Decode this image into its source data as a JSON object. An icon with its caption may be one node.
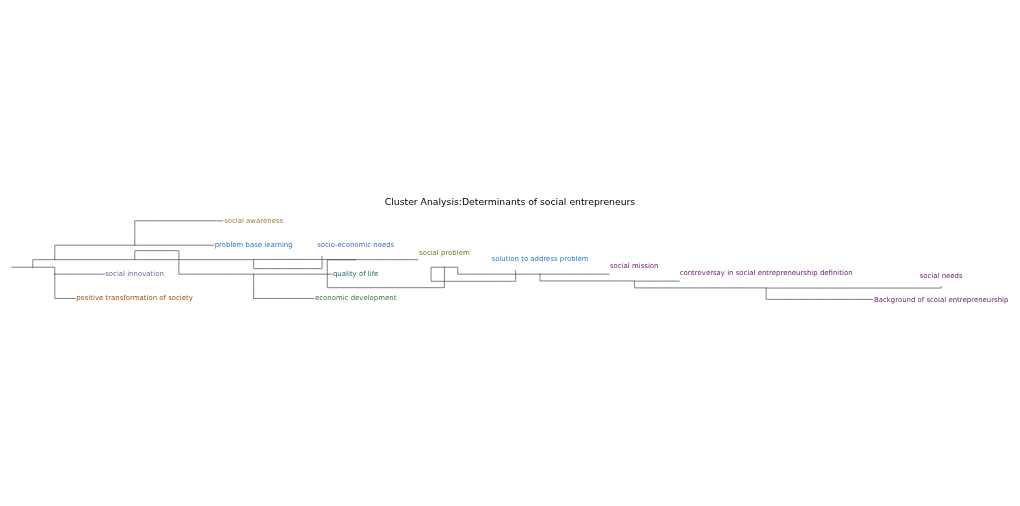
{
  "diagram": {
    "title": "Cluster Analysis:Determinants of social entrepreneurs",
    "nodes": [
      {
        "text": [],
        "shape": "point"
      },
      {
        "text": [],
        "shape": "point"
      },
      {
        "text": [],
        "shape": "point"
      },
      {
        "text": [
          "social awareness"
        ]
      },
      {
        "text": [
          "problem base learning"
        ]
      },
      {
        "text": [],
        "shape": "point"
      },
      {
        "text": [],
        "shape": "point"
      },
      {
        "text": [
          "socio-economic needs"
        ]
      },
      {
        "text": [],
        "shape": "point"
      },
      {
        "text": [
          "social problem"
        ]
      },
      {
        "text": [],
        "shape": "point"
      },
      {
        "text": [
          "solution to address problem"
        ]
      },
      {
        "text": [],
        "shape": "point"
      },
      {
        "text": [
          "social mission"
        ]
      },
      {
        "text": [],
        "shape": "point"
      },
      {
        "text": [
          "controversay in social entrepreneurship definition"
        ]
      },
      {
        "text": [],
        "shape": "point"
      },
      {
        "text": [
          "social needs"
        ]
      },
      {
        "text": [
          "Background of scoial entrepreneurship"
        ]
      },
      {
        "text": [],
        "shape": "point"
      },
      {
        "text": [
          "quality of life"
        ]
      },
      {
        "text": [
          "economic development"
        ]
      },
      {
        "text": [],
        "shape": "point"
      },
      {
        "text": [
          "social innovation"
        ]
      },
      {
        "text": [
          "positive transformation of society"
        ]
      }
    ],
    "edges": [
      {
        "from": null,
        "to": 0,
        "arrow": "none"
      },
      {
        "from": 0,
        "to": 1,
        "arrow": "none"
      },
      {
        "from": 1,
        "to": 2,
        "arrow": "none"
      },
      {
        "from": 2,
        "to": 3,
        "arrow": "none"
      },
      {
        "from": 2,
        "to": 4,
        "arrow": "none"
      },
      {
        "from": 1,
        "to": 5,
        "arrow": "none"
      },
      {
        "from": 5,
        "to": 6,
        "arrow": "none"
      },
      {
        "from": 6,
        "to": 7,
        "arrow": "none"
      },
      {
        "from": 6,
        "to": 8,
        "arrow": "none"
      },
      {
        "from": 8,
        "to": 9,
        "arrow": "none"
      },
      {
        "from": 8,
        "to": 10,
        "arrow": "none"
      },
      {
        "from": 10,
        "to": 11,
        "arrow": "none"
      },
      {
        "from": 10,
        "to": 12,
        "arrow": "none"
      },
      {
        "from": 12,
        "to": 13,
        "arrow": "none"
      },
      {
        "from": 12,
        "to": 14,
        "arrow": "none"
      },
      {
        "from": 14,
        "to": 15,
        "arrow": "none"
      },
      {
        "from": 14,
        "to": 16,
        "arrow": "none"
      },
      {
        "from": 16,
        "to": 17,
        "arrow": "none"
      },
      {
        "from": 16,
        "to": 18,
        "arrow": "none"
      },
      {
        "from": 5,
        "to": 19,
        "arrow": "none"
      },
      {
        "from": 19,
        "to": 20,
        "arrow": "none"
      },
      {
        "from": 19,
        "to": 21,
        "arrow": "none"
      },
      {
        "from": 0,
        "to": 22,
        "arrow": "none"
      },
      {
        "from": 22,
        "to": 23,
        "arrow": "none"
      },
      {
        "from": 22,
        "to": 24,
        "arrow": "none"
      }
    ]
  }
}
